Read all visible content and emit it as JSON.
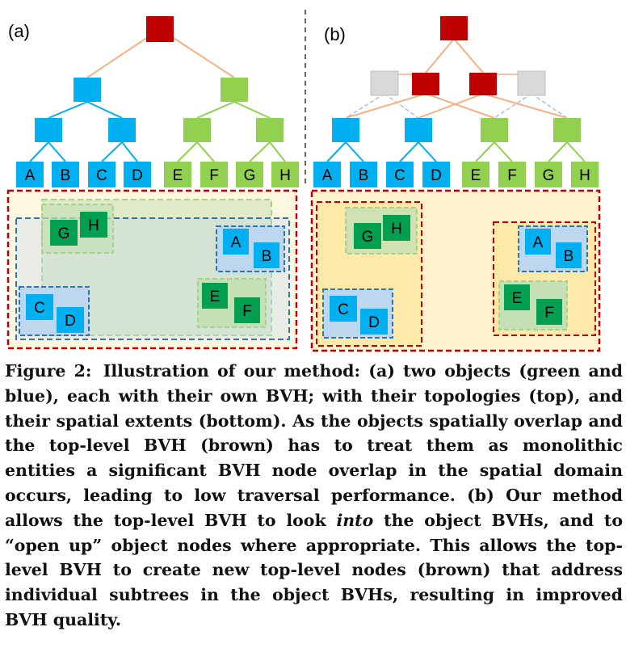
{
  "panels": {
    "a": {
      "label": "(a)"
    },
    "b": {
      "label": "(b)"
    }
  },
  "leaves": [
    "A",
    "B",
    "C",
    "D",
    "E",
    "F",
    "G",
    "H"
  ],
  "colors": {
    "top_level": "#C00000",
    "blue_object": "#00B0F0",
    "green_object": "#92D050",
    "leaf_green_dark": "#00A050",
    "inactive_node": "#D9D9D9",
    "edge_top": "#F4B183",
    "dashed_red": "#C00000",
    "dashed_blue": "#2E75B6",
    "dashed_green": "#A9D18E",
    "bg_panel": "#FFF2CC"
  },
  "caption": {
    "label": "Figure 2:",
    "part1": "Illustration of our method: (a) two objects (green and blue), each with their own BVH; with their topologies (top), and their spatial extents (bottom). As the objects spa­tially overlap and the top-level BVH (brown) has to treat them as monolithic entities a significant BVH node overlap in the spatial domain occurs, leading to low traversal perfor­mance. (b) Our method allows the top-level BVH to look",
    "italic": "into",
    "part2": "the object BVHs, and to “open up” object nodes where appro­priate. This allows the top-level BVH to create new top-level nodes (brown) that address individual subtrees in the object BVHs, resulting in improved BVH quality."
  }
}
